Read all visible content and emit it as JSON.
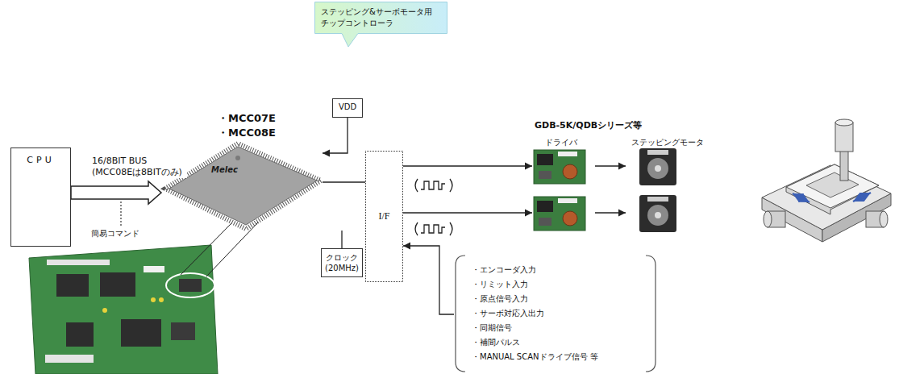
{
  "diagram": {
    "nodes": [
      {
        "text": [
          "ステッピング&サーボモータ用 チップコントローラ"
        ]
      },
      {
        "text": [
          "CPU"
        ]
      },
      {
        "text": [
          "・MCC07E",
          "・MCC08E"
        ]
      },
      {
        "text": [
          "VDD"
        ]
      },
      {
        "text": [
          "クロック (20MHz)"
        ]
      },
      {
        "text": [
          "I/F"
        ]
      },
      {
        "text": [
          "・エンコーダ入力",
          "・リミット入力",
          "・原点信号入力",
          "・サーボ対応入出力",
          "・同期信号",
          "・補間パルス",
          "・MANUAL SCANドライブ信号 等"
        ]
      }
    ],
    "edges": [
      {
        "from": 1,
        "to": 2,
        "arrow": "to",
        "label": "16/8BIT BUS (MCC08Eは8BITのみ)"
      },
      {
        "from": 3,
        "to": 2,
        "arrow": "to"
      },
      {
        "from": 4,
        "to": 2,
        "arrow": "none"
      },
      {
        "from": 2,
        "to": 5,
        "arrow": "none"
      },
      {
        "from": 6,
        "to": 5,
        "arrow": "to"
      }
    ],
    "labels": [
      "Melec",
      "簡易コマンド",
      "GDB-5K/QDBシリーズ等",
      "ドライバ",
      "ステッピングモータ"
    ]
  }
}
